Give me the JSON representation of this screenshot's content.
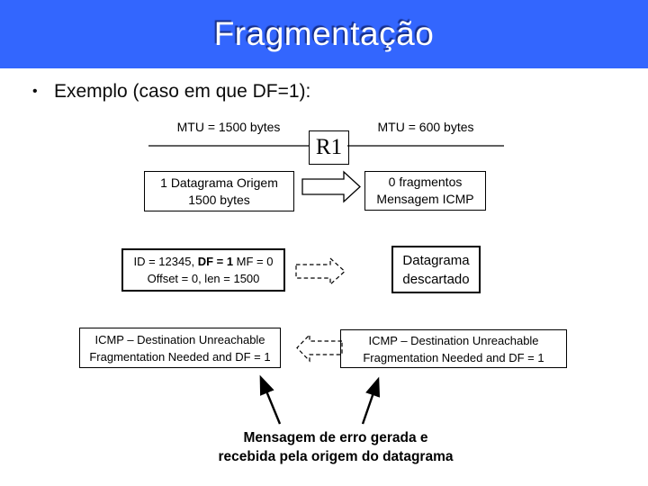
{
  "slide": {
    "title": "Fragmentação",
    "bullet": "Exemplo (caso em que DF=1):",
    "bullet_glyph": "•"
  },
  "colors": {
    "header_bg": "#3366fe",
    "header_text": "#ffffff",
    "diagram_stroke": "#000000"
  },
  "diagram": {
    "left_mtu_label": "MTU = 1500 bytes",
    "right_mtu_label": "MTU = 600 bytes",
    "router_label": "R1",
    "origin_box": {
      "line1": "1 Datagrama Origem",
      "line2": "1500 bytes"
    },
    "fragments_box": {
      "line1": "0 fragmentos",
      "line2": "Mensagem ICMP"
    },
    "id_box": {
      "line1_prefix": "ID = 12345, ",
      "line1_bold": "DF = 1",
      "line1_suffix": " MF = 0",
      "line2": "Offset = 0, len = 1500"
    },
    "discarded_box": {
      "line1": "Datagrama",
      "line2": "descartado"
    },
    "icmp_left_box": {
      "line1": "ICMP – Destination Unreachable",
      "line2": "Fragmentation Needed and DF = 1"
    },
    "icmp_right_box": {
      "line1": "ICMP – Destination Unreachable",
      "line2": "Fragmentation Needed and DF = 1"
    },
    "footer": {
      "line1": "Mensagem de erro gerada e",
      "line2": "recebida pela origem do datagrama"
    }
  }
}
